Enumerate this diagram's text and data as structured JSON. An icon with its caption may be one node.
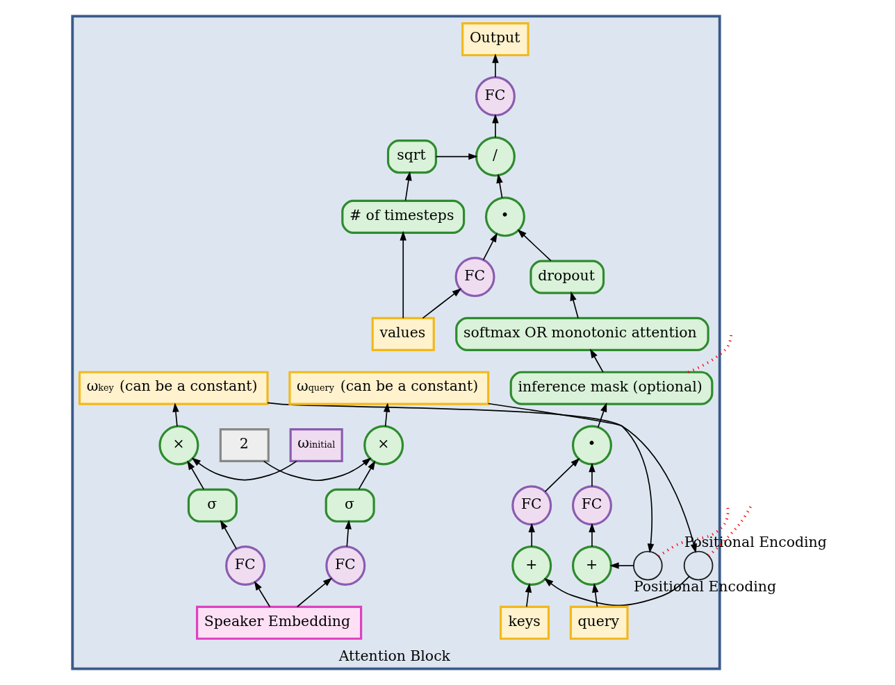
{
  "diagram": {
    "nodes": [
      {
        "text": [
          "Attention Block"
        ]
      },
      {
        "text": [
          "Output"
        ],
        "in": 0
      },
      {
        "text": [
          "FC"
        ],
        "in": 0
      },
      {
        "text": [
          "/"
        ],
        "in": 0
      },
      {
        "text": [
          "sqrt"
        ],
        "in": 0
      },
      {
        "text": [
          "# of timesteps"
        ],
        "in": 0
      },
      {
        "text": [
          "•"
        ],
        "in": 0
      },
      {
        "text": [
          "dropout"
        ],
        "in": 0
      },
      {
        "text": [
          "softmax OR monotonic attention"
        ],
        "in": 0
      },
      {
        "text": [
          "inference mask (optional)"
        ],
        "in": 0
      },
      {
        "text": [
          "•"
        ],
        "in": 0
      },
      {
        "text": [
          "FC"
        ],
        "in": 0
      },
      {
        "text": [
          "FC"
        ],
        "in": 0
      },
      {
        "text": [
          "+"
        ],
        "in": 0
      },
      {
        "text": [
          "+"
        ],
        "in": 0
      },
      {
        "text": [],
        "shape": "circle",
        "beside": [
          "Positional Encoding"
        ],
        "in": 0
      },
      {
        "text": [],
        "shape": "circle",
        "beside": [
          "Positional Encoding"
        ],
        "in": 0
      },
      {
        "text": [
          "query"
        ],
        "in": 0
      },
      {
        "text": [
          "keys"
        ],
        "in": 0
      },
      {
        "text": [
          "values"
        ],
        "in": 0
      },
      {
        "text": [
          "FC"
        ],
        "in": 0
      },
      {
        "text": [
          "ω$_{key}$ (can be a constant)"
        ],
        "in": 0
      },
      {
        "text": [
          "ω$_{query}$ (can be a constant)"
        ],
        "in": 0
      },
      {
        "text": [
          "ω$_{initial}$"
        ],
        "in": 0
      },
      {
        "text": [
          "×"
        ],
        "in": 0
      },
      {
        "text": [
          "2"
        ],
        "in": 0
      },
      {
        "text": [
          "×"
        ],
        "in": 0
      },
      {
        "text": [
          "σ"
        ],
        "in": 0
      },
      {
        "text": [
          "σ"
        ],
        "in": 0
      },
      {
        "text": [
          "FC"
        ],
        "in": 0
      },
      {
        "text": [
          "FC"
        ],
        "in": 0
      },
      {
        "text": [
          "Speaker Embedding"
        ],
        "in": 0
      }
    ],
    "edges": [
      {
        "from": 2,
        "to": 1,
        "arrow": "to"
      },
      {
        "from": 3,
        "to": 2,
        "arrow": "to"
      },
      {
        "from": 4,
        "to": 3,
        "arrow": "to"
      },
      {
        "from": 5,
        "to": 4,
        "arrow": "to"
      },
      {
        "from": 6,
        "to": 3,
        "arrow": "to"
      },
      {
        "from": 7,
        "to": 6,
        "arrow": "to"
      },
      {
        "from": 20,
        "to": 6,
        "arrow": "to"
      },
      {
        "from": 19,
        "to": 5,
        "arrow": "to"
      },
      {
        "from": 8,
        "to": 7,
        "arrow": "to"
      },
      {
        "from": 9,
        "to": 8,
        "arrow": "to"
      },
      {
        "from": 10,
        "to": 9,
        "arrow": "to"
      },
      {
        "from": 11,
        "to": 10,
        "arrow": "to"
      },
      {
        "from": 12,
        "to": 10,
        "arrow": "to"
      },
      {
        "from": 13,
        "to": 11,
        "arrow": "to"
      },
      {
        "from": 14,
        "to": 12,
        "arrow": "to"
      },
      {
        "from": 15,
        "to": 13,
        "arrow": "to"
      },
      {
        "from": 16,
        "to": 14,
        "arrow": "to"
      },
      {
        "from": 17,
        "to": 13,
        "arrow": "to"
      },
      {
        "from": 18,
        "to": 14,
        "arrow": "to"
      },
      {
        "from": 19,
        "to": 20,
        "arrow": "to"
      },
      {
        "from": 21,
        "to": 16,
        "arrow": "to"
      },
      {
        "from": 22,
        "to": 15,
        "arrow": "to"
      },
      {
        "from": 23,
        "to": 24,
        "arrow": "to"
      },
      {
        "from": 25,
        "to": 26,
        "arrow": "to"
      },
      {
        "from": 27,
        "to": 24,
        "arrow": "to"
      },
      {
        "from": 28,
        "to": 26,
        "arrow": "to"
      },
      {
        "from": 29,
        "to": 27,
        "arrow": "to"
      },
      {
        "from": 30,
        "to": 28,
        "arrow": "to"
      },
      {
        "from": 31,
        "to": 29,
        "arrow": "to"
      },
      {
        "from": 31,
        "to": 30,
        "arrow": "to"
      },
      {
        "from": 24,
        "to": 21,
        "arrow": "to"
      },
      {
        "from": 26,
        "to": 22,
        "arrow": "to"
      },
      {
        "from": 9,
        "to": null,
        "arrow": "none",
        "style": "dashed",
        "color": "#ff0000"
      },
      {
        "from": 15,
        "to": null,
        "arrow": "none",
        "style": "dashed",
        "color": "#ff0000"
      },
      {
        "from": 16,
        "to": null,
        "arrow": "none",
        "style": "dashed",
        "color": "#ff0000"
      }
    ]
  }
}
